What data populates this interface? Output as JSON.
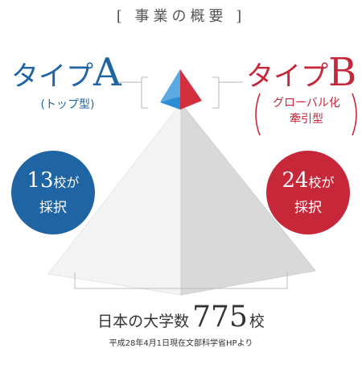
{
  "title": "[ 事業の概要 ]",
  "type_a": {
    "label": "タイプ",
    "letter": "A",
    "description": "(トップ型)",
    "count": "13",
    "unit": "校が",
    "status": "採択"
  },
  "type_b": {
    "label": "タイプ",
    "letter": "B",
    "description_line1": "グローバル化",
    "description_line2": "牽引型",
    "count": "24",
    "unit": "校が",
    "status": "採択"
  },
  "total": {
    "prefix": "日本の大学数",
    "number": "775",
    "suffix": "校"
  },
  "source": "平成28年4月1日現在文部科学省HPより",
  "colors": {
    "blue": "#1f64a3",
    "red": "#c6283a",
    "pyramid_light": "#f2f2f2",
    "pyramid_shade": "#d6d6d6"
  }
}
